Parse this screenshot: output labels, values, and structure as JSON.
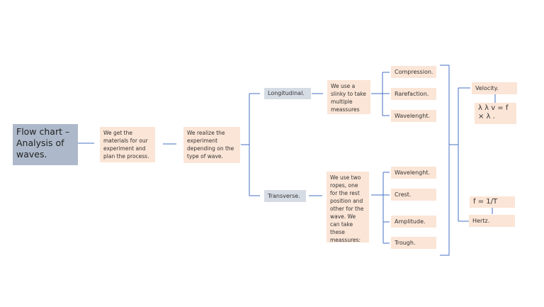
{
  "nodes": {
    "root": "Flow chart – Analysis of waves.",
    "materials": "We get the materials for our experiment and plan the process.",
    "realize": "We realize the experiment depending on the type of wave.",
    "longitudinal": "Longitudinal.",
    "transverse": "Transverse.",
    "slinky": "We use a slinky to take multiple meassures",
    "ropes": "We use two ropes, one for the rest position and other for the wave. We can take these meassures:",
    "compression": "Compression.",
    "rarefaction": "Rarefaction.",
    "wavelength_l": "Wavelenght.",
    "wavelength_t": "Wavelenght.",
    "crest": "Crest.",
    "amplitude": "Amplitude.",
    "trough": "Trough.",
    "velocity": "Velocity.",
    "velocity_formula": "λ λ v = f × λ .",
    "frequency_formula": "f = 1/T",
    "hertz": "Hertz."
  },
  "colors": {
    "connector": "#4472c4",
    "box": "#fbe5d6",
    "type_box": "#d6dce4",
    "root_box": "#adb9ca"
  }
}
